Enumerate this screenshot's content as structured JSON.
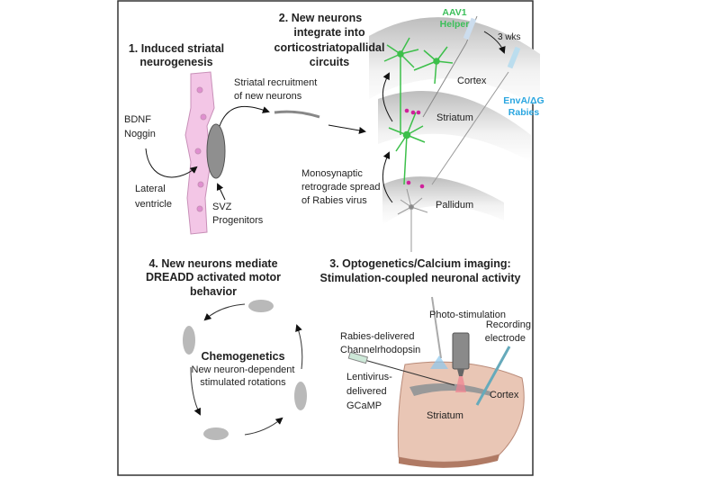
{
  "panel1": {
    "title_lines": [
      "1.  Induced striatal",
      "neurogenesis"
    ],
    "factors": [
      "BDNF",
      "Noggin"
    ],
    "ventricle": [
      "Lateral",
      "ventricle"
    ],
    "progenitors": [
      "SVZ",
      "Progenitors"
    ],
    "recruitment": [
      "Striatal recruitment",
      "of new neurons"
    ]
  },
  "panel2": {
    "title_lines": [
      "2. New neurons",
      "integrate into",
      "corticostriatopallidal",
      "circuits"
    ],
    "helper": [
      "AAV1",
      "Helper"
    ],
    "delay": "3 wks",
    "rabies": [
      "EnvA/ΔG",
      "Rabies"
    ],
    "regions": {
      "cortex": "Cortex",
      "striatum": "Striatum",
      "pallidum": "Pallidum"
    },
    "spread": [
      "Monosynaptic",
      "retrograde spread",
      "of Rabies virus"
    ]
  },
  "panel3": {
    "title_lines": [
      "3. Optogenetics/Calcium imaging:",
      "Stimulation-coupled neuronal activity"
    ],
    "photo": "Photo-stimulation",
    "electrode": [
      "Recording",
      "electrode"
    ],
    "channel": [
      "Rabies-delivered",
      "Channelrhodopsin"
    ],
    "gcamp": [
      "Lentivirus-",
      "delivered",
      "GCaMP"
    ],
    "cortex": "Cortex",
    "striatum": "Striatum"
  },
  "panel4": {
    "title_lines": [
      "4. New neurons mediate",
      "DREADD activated motor",
      "behavior"
    ],
    "center_title": "Chemogenetics",
    "center_lines": [
      "New neuron-dependent",
      "stimulated rotations"
    ]
  },
  "colors": {
    "neuron_green": "#3cbf4a",
    "helper_green": "#3cbf5a",
    "rabies_blue": "#2aa6e0",
    "cell_pink": "#f3c6e6",
    "dot_magenta": "#d0209a",
    "tissue": "#e9c6b5"
  }
}
